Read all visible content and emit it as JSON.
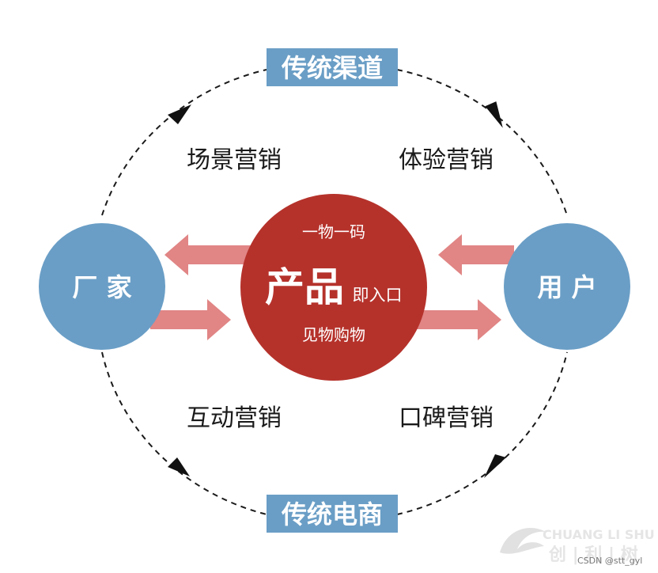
{
  "center": {
    "line1": "一物一码",
    "main": "产品",
    "suffix": "即入口",
    "line3": "见物购物"
  },
  "left_node": "厂 家",
  "right_node": "用 户",
  "top_channel": "传统渠道",
  "bottom_channel": "传统电商",
  "quadrants": {
    "top_left": "场景营销",
    "top_right": "体验营销",
    "bottom_left": "互动营销",
    "bottom_right": "口碑营销"
  },
  "watermark": {
    "brand_en": "CHUANG LI SHU",
    "brand_cn": "创 | 利 | 树",
    "credit": "CSDN @stt_gyl"
  },
  "colors": {
    "center_fill": "#b5322b",
    "node_fill": "#6a9ec6",
    "arrow_fill": "#e18585",
    "label_box": "#6a9ec6",
    "dashed": "#1a1a1a"
  }
}
